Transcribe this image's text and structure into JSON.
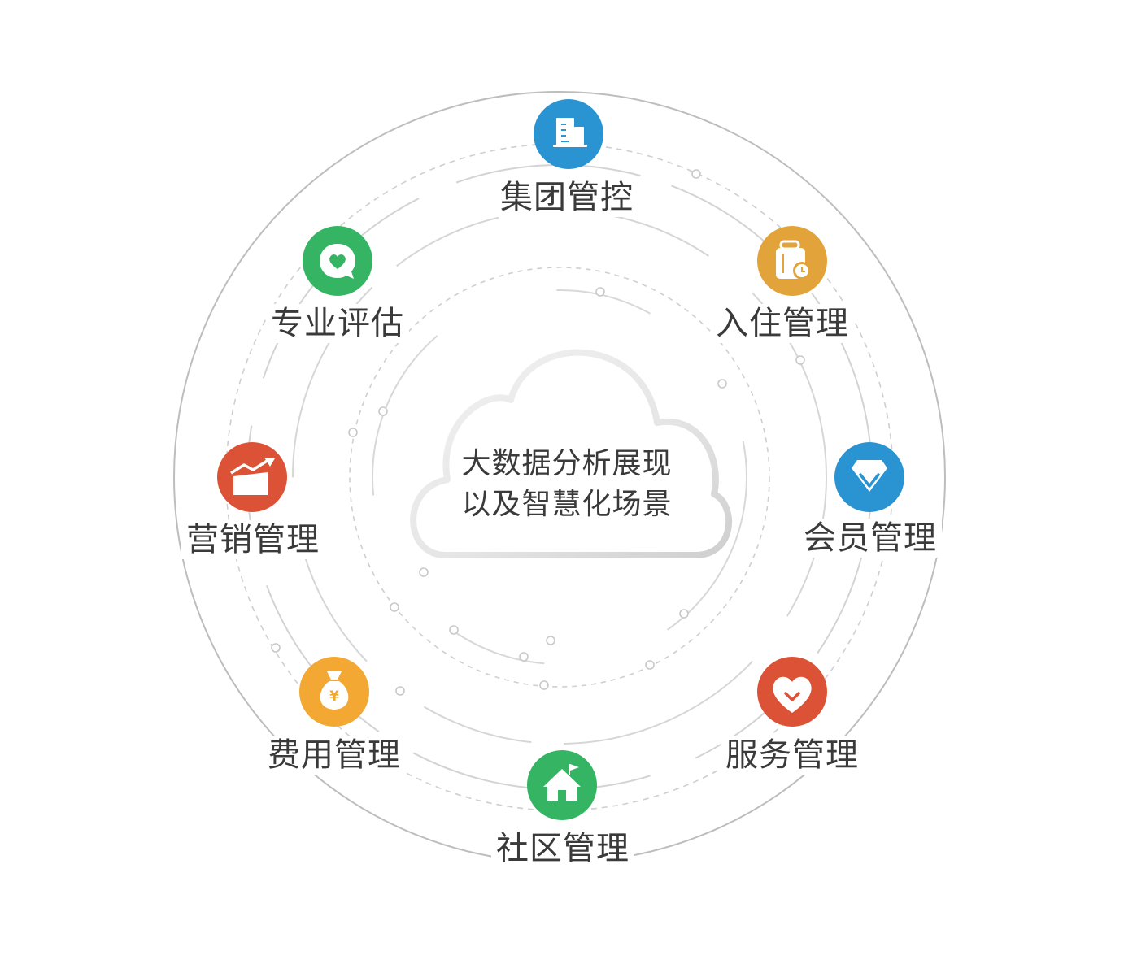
{
  "center": {
    "line1": "大数据分析展现",
    "line2": "以及智慧化场景"
  },
  "nodes": [
    {
      "id": "group",
      "label": "集团管控",
      "color": "#2a93d1",
      "icon": "building-icon"
    },
    {
      "id": "checkin",
      "label": "入住管理",
      "color": "#e2a33a",
      "icon": "luggage-clock-icon"
    },
    {
      "id": "member",
      "label": "会员管理",
      "color": "#2a93d1",
      "icon": "diamond-icon"
    },
    {
      "id": "service",
      "label": "服务管理",
      "color": "#dc5237",
      "icon": "heart-icon"
    },
    {
      "id": "community",
      "label": "社区管理",
      "color": "#35b463",
      "icon": "house-flag-icon"
    },
    {
      "id": "fee",
      "label": "费用管理",
      "color": "#f2a833",
      "icon": "money-bag-icon"
    },
    {
      "id": "marketing",
      "label": "营销管理",
      "color": "#dc5237",
      "icon": "trend-chart-icon"
    },
    {
      "id": "assessment",
      "label": "专业评估",
      "color": "#35b463",
      "icon": "heart-chat-icon"
    }
  ],
  "icons": {
    "money_symbol": "¥"
  }
}
